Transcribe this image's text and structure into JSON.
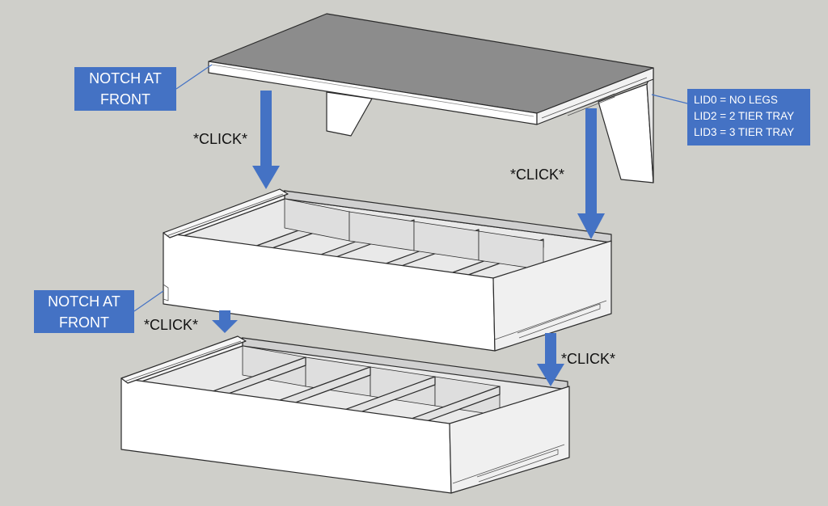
{
  "colors": {
    "background": "#cfcfca",
    "callout": "#4472c4",
    "callout_text": "#ffffff",
    "arrow": "#4472c4",
    "lid_top": "#8c8c8c",
    "body_white": "#ffffff",
    "panel_gray": "#dcdcdc",
    "edge": "#2b2b2b"
  },
  "callouts": {
    "notch_top": {
      "line1": "NOTCH AT",
      "line2": "FRONT"
    },
    "lid_types": {
      "line1": "LID0 = NO LEGS",
      "line2": "LID2 = 2 TIER TRAY",
      "line3": "LID3 = 3 TIER TRAY"
    },
    "notch_bottom": {
      "line1": "NOTCH AT",
      "line2": "FRONT"
    }
  },
  "labels": {
    "click_1": "*CLICK*",
    "click_2": "*CLICK*",
    "click_3": "*CLICK*",
    "click_4": "*CLICK*"
  },
  "icons": {
    "arrow": "down-arrow-icon"
  }
}
